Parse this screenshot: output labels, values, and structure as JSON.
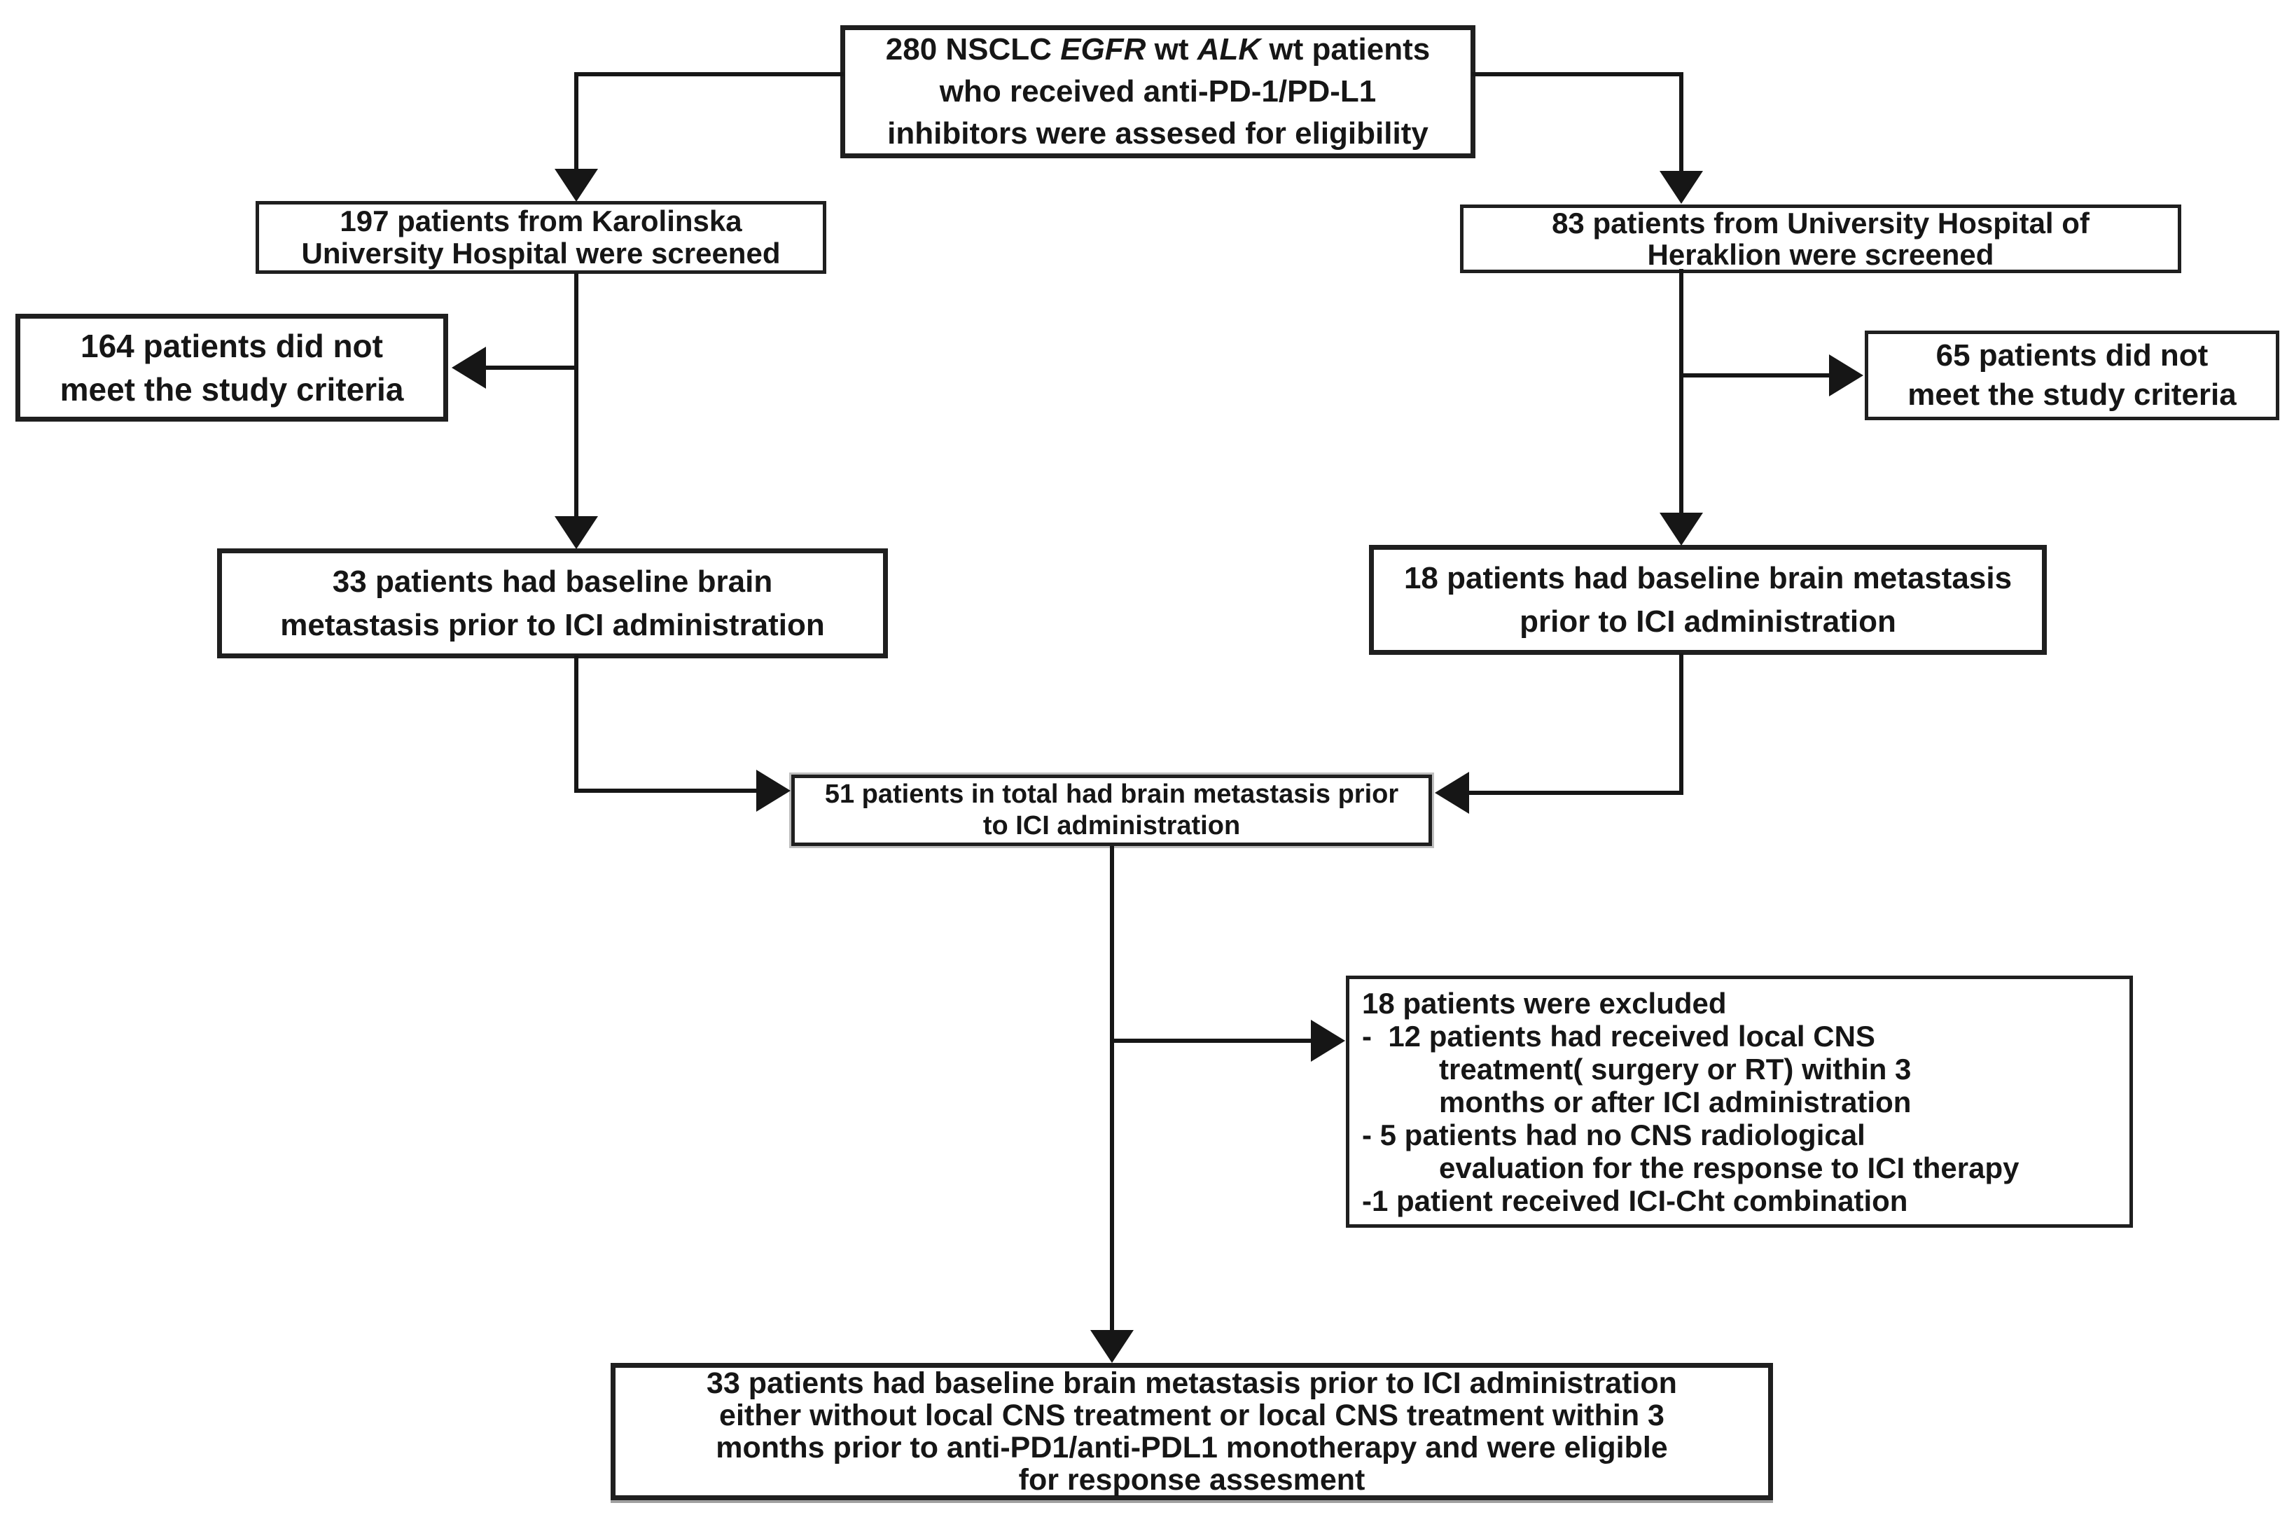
{
  "diagram": {
    "type": "flowchart",
    "nodes": {
      "eligibility": {
        "line1_parts": {
          "a": "280 NSCLC ",
          "b_italic": "EGFR",
          "c": " wt ",
          "d_italic": "ALK",
          "e": " wt patients"
        },
        "line2": "who received anti-PD-1/PD-L1",
        "line3": "inhibitors were assesed for eligibility"
      },
      "karolinska_screened": {
        "lines": [
          "197 patients from Karolinska",
          "University Hospital were screened"
        ]
      },
      "heraklion_screened": {
        "lines": [
          "83 patients from University Hospital of",
          "Heraklion were screened"
        ]
      },
      "karolinska_not_meeting_criteria": {
        "lines": [
          "164 patients did not",
          "meet the study criteria"
        ]
      },
      "heraklion_not_meeting_criteria": {
        "lines": [
          "65 patients did not",
          "meet the study criteria"
        ]
      },
      "karolinska_brain_metastasis": {
        "lines": [
          "33 patients had baseline brain",
          "metastasis prior to ICI administration"
        ]
      },
      "heraklion_brain_metastasis": {
        "lines": [
          "18 patients had baseline brain metastasis",
          "prior to ICI administration"
        ]
      },
      "total_brain_metastasis": {
        "lines": [
          "51 patients in total had brain metastasis prior",
          "to ICI administration"
        ]
      },
      "excluded": {
        "lines": [
          "18 patients were excluded",
          "-  12 patients had received local CNS",
          "treatment( surgery or RT) within 3",
          "months or after ICI administration",
          "- 5 patients had no CNS radiological",
          "evaluation for the response to ICI therapy",
          "-1 patient received ICI-Cht combination"
        ]
      },
      "final_eligible": {
        "lines": [
          "33 patients had baseline brain metastasis prior to ICI administration",
          "either without local CNS treatment or local CNS treatment within 3",
          "months prior to anti-PD1/anti-PDL1 monotherapy and were eligible",
          "for response assesment"
        ]
      }
    },
    "colors": {
      "line": "#161616",
      "border": "#1f1f1f",
      "text": "#161616",
      "background": "#ffffff"
    }
  }
}
